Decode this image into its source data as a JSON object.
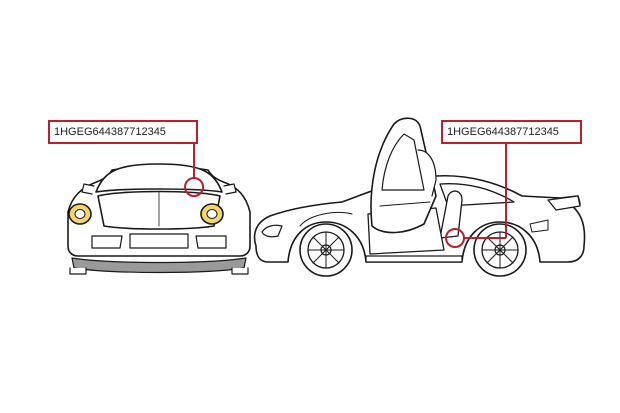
{
  "callouts": {
    "front": {
      "vin": "1HGEG644387712345"
    },
    "side": {
      "vin": "1HGEG644387712345"
    }
  },
  "colors": {
    "callout": "#b8202b",
    "outline": "#1a1a1a",
    "body_fill": "#ffffff",
    "headlight": "#f2d46a",
    "bumper_gray": "#9a9a9a",
    "background": "#ffffff"
  },
  "icons": [
    "front-car-illustration",
    "side-car-illustration",
    "vin-location-circle-icon"
  ]
}
